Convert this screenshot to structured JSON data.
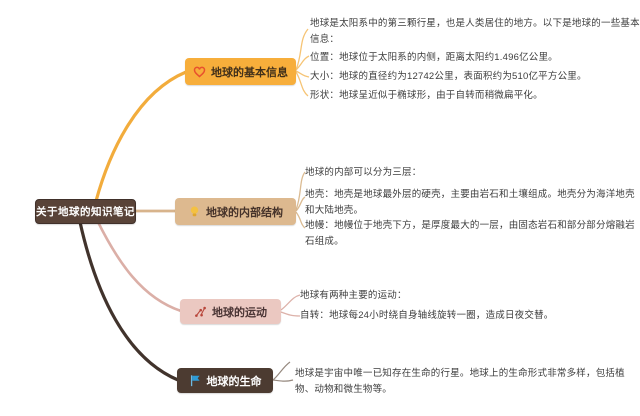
{
  "central": {
    "label": "关于地球的知识笔记"
  },
  "colors": {
    "central_bg": "#594338",
    "branch1": "#F7AE3B",
    "branch2": "#DDB98F",
    "branch3": "#EBC8C1",
    "branch4": "#4C3B31",
    "heart_icon": "#E8512D",
    "bulb_icon": "#F4C142",
    "scatter_icon": "#B8453A",
    "flag_icon": "#2E9BD6"
  },
  "icons": {
    "branch1": "heart-icon",
    "branch2": "lightbulb-icon",
    "branch3": "scatter-icon",
    "branch4": "flag-icon"
  },
  "branches": [
    {
      "label": "地球的基本信息",
      "notes": [
        "地球是太阳系中的第三颗行星，也是人类居住的地方。以下是地球的一些基本信息：",
        "位置：地球位于太阳系的内侧，距离太阳约1.496亿公里。",
        "大小：地球的直径约为12742公里，表面积约为510亿平方公里。",
        "形状：地球呈近似于椭球形，由于自转而稍微扁平化。"
      ]
    },
    {
      "label": "地球的内部结构",
      "notes": [
        "地球的内部可以分为三层：",
        "地壳：地壳是地球最外层的硬壳，主要由岩石和土壤组成。地壳分为海洋地壳和大陆地壳。",
        "地幔：地幔位于地壳下方，是厚度最大的一层，由固态岩石和部分部分熔融岩石组成。"
      ]
    },
    {
      "label": "地球的运动",
      "notes": [
        "地球有两种主要的运动：",
        "自转：地球每24小时绕自身轴线旋转一圈，造成日夜交替。"
      ]
    },
    {
      "label": "地球的生命",
      "notes": [
        "地球是宇宙中唯一已知存在生命的行星。地球上的生命形式非常多样，包括植物、动物和微生物等。"
      ]
    }
  ]
}
